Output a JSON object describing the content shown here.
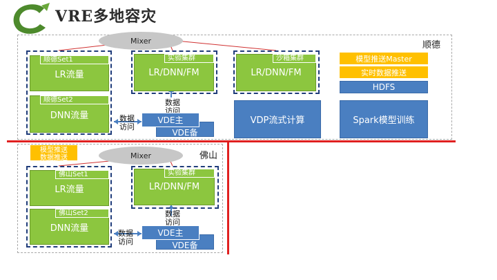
{
  "header": {
    "title": "VRE多地容灾"
  },
  "colors": {
    "green": "#8cc63f",
    "blue": "#4a7fc1",
    "yellow": "#ffc000",
    "red": "#e02020",
    "dark_blue": "#1f3c7a"
  },
  "shunde": {
    "site_label": "顺德",
    "mixer": "Mixer",
    "set1_tag": "顺德Set1",
    "set1_label": "LR流量",
    "set2_tag": "顺德Set2",
    "set2_label": "DNN流量",
    "data_access": "数据\n访问",
    "lab_tag": "实验集群",
    "lab_label": "LR/DNN/FM",
    "sandbox_tag": "沙箱集群",
    "sandbox_label": "LR/DNN/FM",
    "data_access2": "数据\n访问",
    "vde_master": "VDE主",
    "vde_backup": "VDE备",
    "vdp": "VDP流式计算",
    "model_push_master": "模型推送Master",
    "realtime_push": "实时数据推送",
    "hdfs": "HDFS",
    "spark": "Spark模型训练"
  },
  "foshan": {
    "site_label": "佛山",
    "mixer": "Mixer",
    "model_push": "模型推送",
    "data_push": "数据推送",
    "set1_tag": "佛山Set1",
    "set1_label": "LR流量",
    "set2_tag": "佛山Set2",
    "set2_label": "DNN流量",
    "data_access": "数据\n访问",
    "lab_tag": "实验集群",
    "lab_label": "LR/DNN/FM",
    "data_access2": "数据\n访问",
    "vde_master": "VDE主",
    "vde_backup": "VDE备"
  }
}
